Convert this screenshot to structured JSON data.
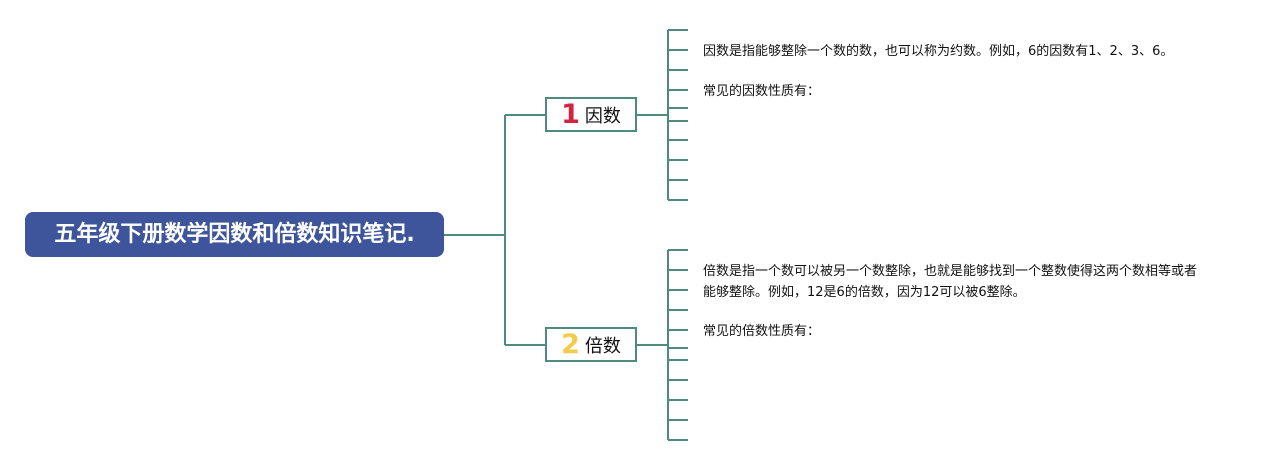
{
  "root": {
    "title": "五年级下册数学因数和倍数知识笔记."
  },
  "branches": [
    {
      "number": "1",
      "label": "因数",
      "number_color": "#d0243f",
      "definition": "因数是指能够整除一个数的数，也可以称为约数。例如，6的因数有1、2、3、6。",
      "properties_heading": "常见的因数性质有："
    },
    {
      "number": "2",
      "label": "倍数",
      "number_color": "#f2cb4a",
      "definition": "倍数是指一个数可以被另一个数整除，也就是能够找到一个整数使得这两个数相等或者能够整除。例如，12是6的倍数，因为12可以被6整除。",
      "properties_heading": "常见的倍数性质有："
    }
  ],
  "colors": {
    "root_fill": "#3f559b",
    "connector": "#4e8a80"
  }
}
